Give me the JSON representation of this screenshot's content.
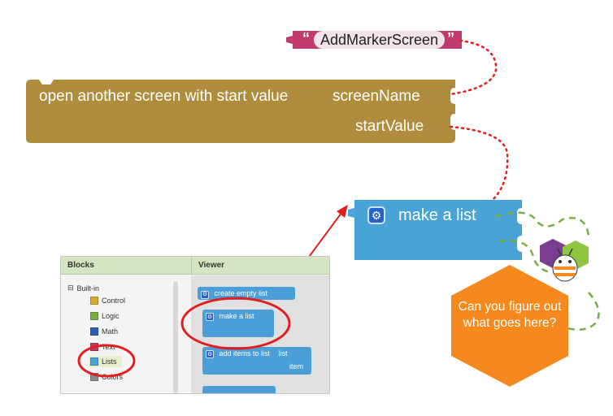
{
  "text_block": {
    "string_value": "AddMarkerScreen",
    "color": "#c03a6e"
  },
  "open_screen_block": {
    "label": "open another screen with start value",
    "socket_screen_name": "screenName",
    "socket_start_value": "startValue",
    "color": "#b08d3c"
  },
  "make_list_block": {
    "label": "make a list",
    "color": "#4aa3d6",
    "icon": "gear-icon"
  },
  "hint_bubble": {
    "text": "Can you figure out what goes here?",
    "color": "#f5891e"
  },
  "blocks_panel": {
    "header_blocks": "Blocks",
    "header_viewer": "Viewer",
    "tree_root": "Built-in",
    "categories": [
      {
        "label": "Control",
        "color": "#d8a832"
      },
      {
        "label": "Logic",
        "color": "#7aab45"
      },
      {
        "label": "Math",
        "color": "#2e5fa8"
      },
      {
        "label": "Text",
        "color": "#c03a6e"
      },
      {
        "label": "Lists",
        "color": "#4aa3d6"
      },
      {
        "label": "Colors",
        "color": "#8a8a8a"
      }
    ],
    "viewer_blocks": {
      "create_empty_list": "create empty list",
      "make_a_list": "make a list",
      "add_items_to_list": "add items to list",
      "list_socket": "list",
      "item_socket": "item"
    }
  },
  "annotation_color": "#e02020"
}
